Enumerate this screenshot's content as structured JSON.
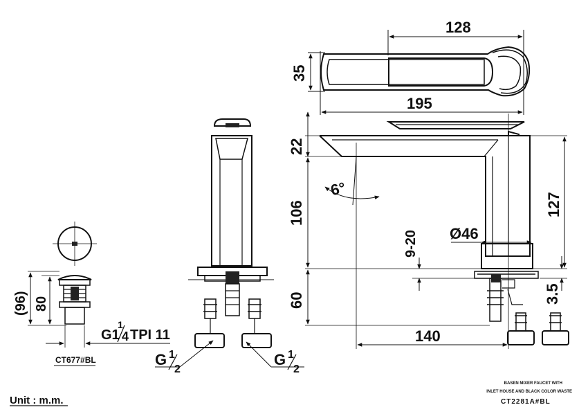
{
  "dimensions": {
    "d128": "128",
    "d35": "35",
    "d195": "195",
    "d22": "22",
    "d127": "127",
    "d6deg": "6°",
    "d106": "106",
    "d920": "9-20",
    "d46": "Ø46",
    "d60": "60",
    "d35b": "3.5",
    "d140": "140",
    "d96": "(96)",
    "d80": "80"
  },
  "labels": {
    "thread_waste": "G1",
    "thread_waste_num": "1",
    "thread_waste_den": "4",
    "thread_waste_suffix": "TPI 11",
    "thread_left_g": "G",
    "thread_left_num": "1",
    "thread_left_den": "2",
    "thread_right_g": "G",
    "thread_right_num": "1",
    "thread_right_den": "2",
    "waste_model": "CT677#BL",
    "unit": "Unit : m.m."
  },
  "title_block": {
    "line1": "BASEN MIXER FAUCET WITH",
    "line2": "INLET HOUSE AND BLACK COLOR WASTE",
    "model": "CT2281A#BL"
  }
}
